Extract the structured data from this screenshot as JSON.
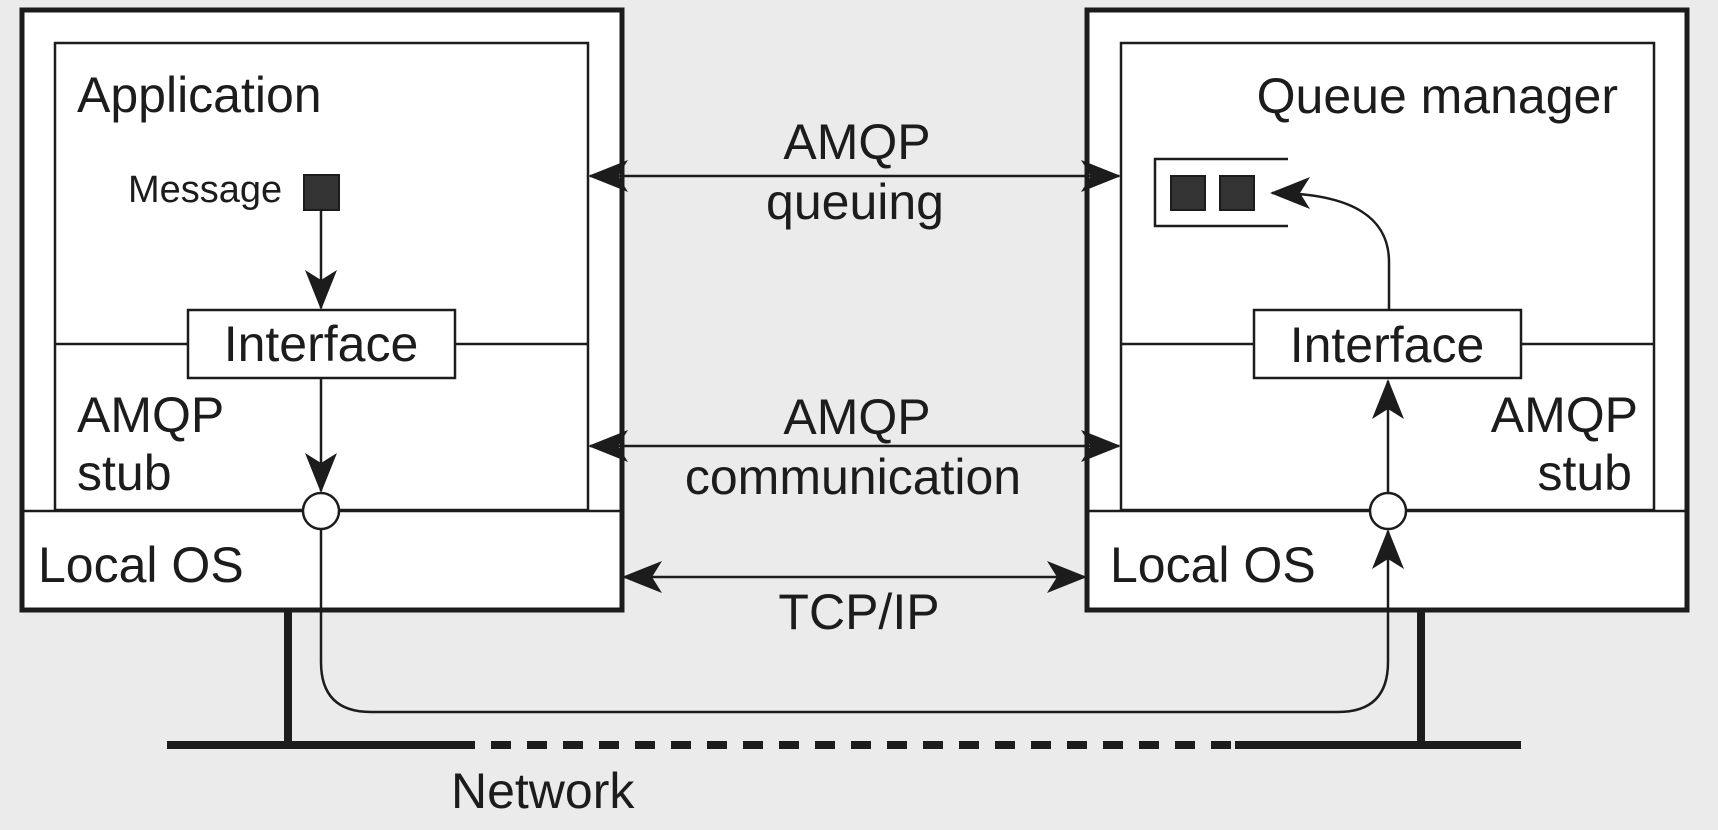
{
  "colors": {
    "background": "#ebebeb",
    "box_fill": "#ffffff",
    "stroke": "#1c1c1c",
    "message_fill": "#333333"
  },
  "left_host": {
    "app_title": "Application",
    "message_label": "Message",
    "interface_label": "Interface",
    "stub_line1": "AMQP",
    "stub_line2": "stub",
    "os_label": "Local OS"
  },
  "right_host": {
    "app_title": "Queue manager",
    "interface_label": "Interface",
    "stub_line1": "AMQP",
    "stub_line2": "stub",
    "os_label": "Local OS"
  },
  "links": {
    "queuing_line1": "AMQP",
    "queuing_line2": "queuing",
    "communication_line1": "AMQP",
    "communication_line2": "communication",
    "transport": "TCP/IP"
  },
  "network_label": "Network",
  "icons": [
    "message-square-icon",
    "queue-icon",
    "arrow-icon",
    "endpoint-circle-icon"
  ]
}
